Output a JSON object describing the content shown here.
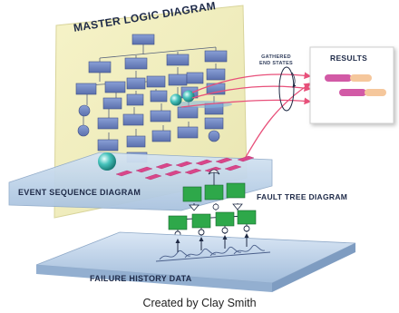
{
  "diagram": {
    "master_logic_title": "MASTER LOGIC DIAGRAM",
    "gathered_end_states": "GATHERED\nEND STATES",
    "results_title": "RESULTS",
    "event_sequence_label": "EVENT SEQUENCE DIAGRAM",
    "fault_tree_label": "FAULT TREE DIAGRAM",
    "failure_history_label": "FAILURE HISTORY DATA",
    "credit": "Created by Clay Smith"
  },
  "colors": {
    "mld_panel": "#f2efbf",
    "box_blue": "#6f86c2",
    "esd_plane": "#bcd3ea",
    "fhd_plane": "#c2d6ec",
    "fault_box_green": "#2ea84a",
    "arrow_pink": "#e8507a",
    "results_pink": "#d25aa6",
    "results_peach": "#f5c79c",
    "sphere_teal": "#39b7b0"
  }
}
